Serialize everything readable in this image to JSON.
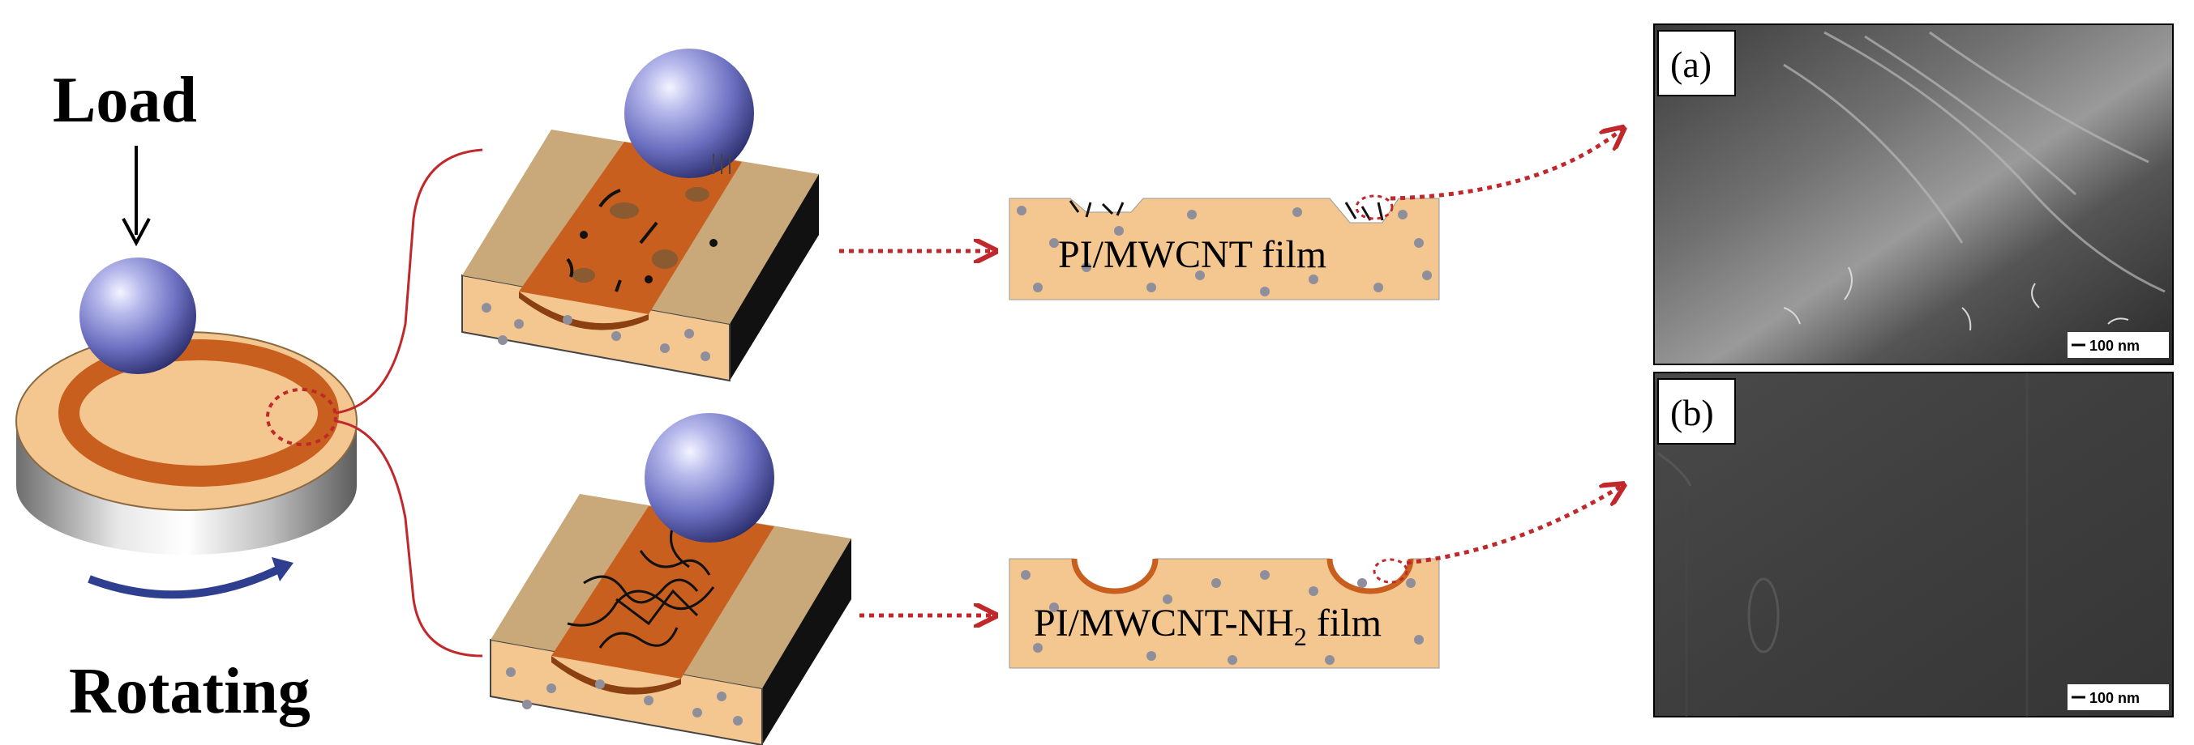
{
  "labels": {
    "load": "Load",
    "rotating": "Rotating"
  },
  "films": {
    "top": {
      "text": "PI/MWCNT film"
    },
    "bottom": {
      "text_main": "PI/MWCNT-NH",
      "text_sub": "2",
      "text_tail": " film"
    }
  },
  "sem": {
    "a": {
      "label": "(a)",
      "scale": "100 nm"
    },
    "b": {
      "label": "(b)",
      "scale": "100 nm"
    }
  },
  "colors": {
    "film_fill": "#f4c690",
    "wear_track": "#c85f1e",
    "arrow_red": "#c0282c",
    "ball": "#6b6fc0",
    "particles": "#8f8f9c",
    "rotate_arrow": "#2f3f8f"
  },
  "icons": {
    "ball": "steel-ball-icon",
    "arrow": "dotted-arrow-icon"
  }
}
